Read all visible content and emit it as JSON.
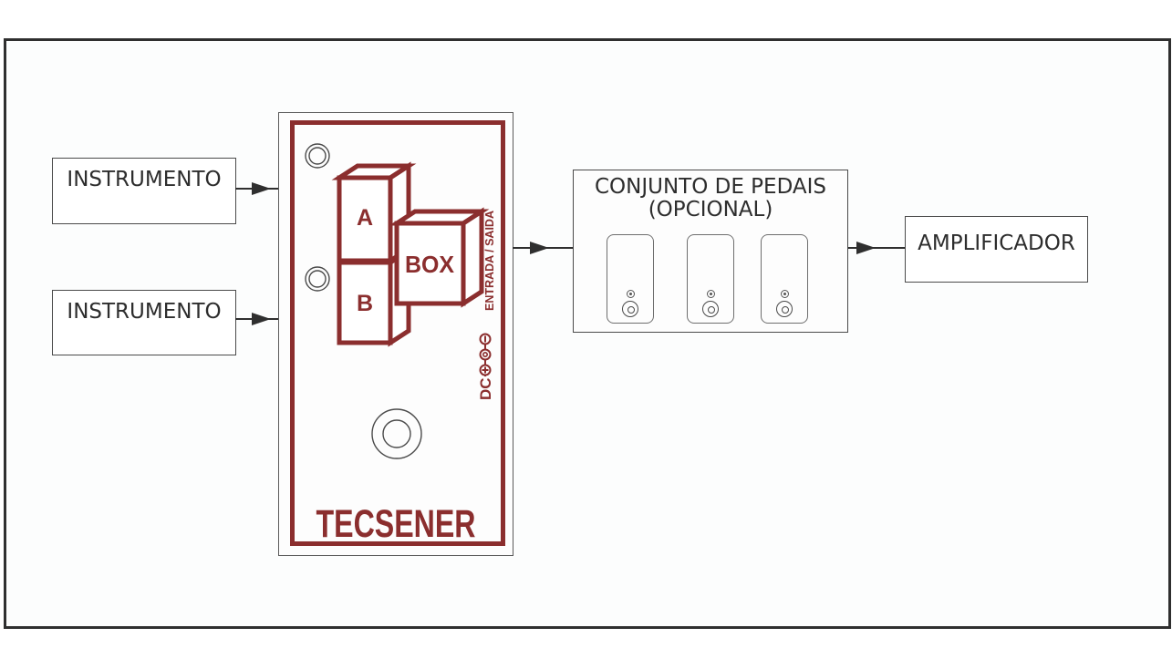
{
  "instruments": {
    "top_label": "INSTRUMENTO",
    "bottom_label": "INSTRUMENTO"
  },
  "ab_box": {
    "brand": "TECSENER",
    "channel_a": "A",
    "channel_b": "B",
    "box_word": "BOX",
    "io_label": "ENTRADA / SAIDA",
    "power_label": "DC"
  },
  "pedal_set": {
    "title": "CONJUNTO DE PEDAIS",
    "subtitle": "(OPCIONAL)",
    "pedal_count": 3
  },
  "amplifier": {
    "label": "AMPLIFICADOR"
  },
  "colors": {
    "accent_red": "#8b2e2e",
    "line_dark": "#2f2f2f"
  }
}
